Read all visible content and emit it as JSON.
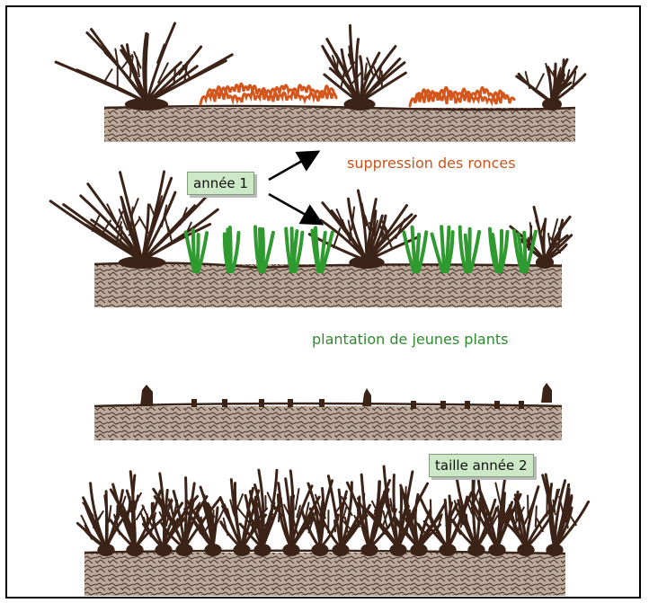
{
  "labels": {
    "year1": "année 1",
    "year2": "taille année 2"
  },
  "captions": {
    "remove_brambles": "suppression des ronces",
    "planting": "plantation de jeunes plants"
  },
  "colors": {
    "soil_fill": "#b9aa9c",
    "soil_line": "#3a2418",
    "shrub": "#3b2318",
    "bramble": "#d4561c",
    "grass": "#2f9a2f",
    "label_bg": "#cde8c6",
    "caption_red": "#c85520",
    "caption_green": "#2f8a2f"
  }
}
